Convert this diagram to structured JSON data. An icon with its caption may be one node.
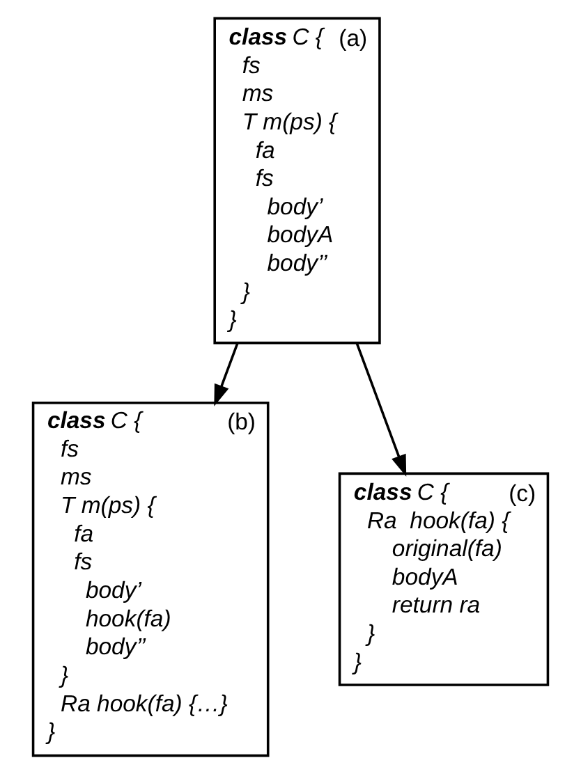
{
  "diagram": {
    "nodes": [
      {
        "text": [
          "(a)",
          "class C {",
          "fs",
          "ms",
          "T m(ps) {",
          "fa",
          "fs",
          "body’",
          "bodyA",
          "body’’",
          "}",
          "}"
        ]
      },
      {
        "text": [
          "(b)",
          "class C {",
          "fs",
          "ms",
          "T m(ps) {",
          "fa",
          "fs",
          "body’",
          "hook(fa)",
          "body’’",
          "}",
          "Ra hook(fa) {…}",
          "}"
        ]
      },
      {
        "text": [
          "(c)",
          "class C {",
          "Ra  hook(fa) {",
          "original(fa)",
          "bodyA",
          "return ra",
          "}",
          "}"
        ]
      }
    ],
    "edges": [
      {
        "from": 0,
        "to": 1,
        "arrow": "to"
      },
      {
        "from": 0,
        "to": 2,
        "arrow": "to"
      }
    ]
  }
}
